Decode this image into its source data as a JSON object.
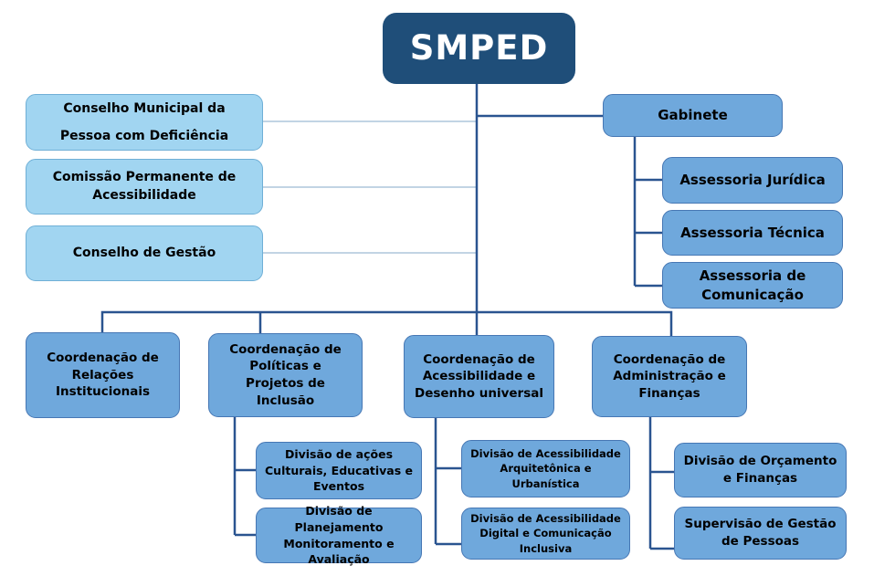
{
  "palette": {
    "dark_navy": "#1F4E79",
    "medium_blue": "#6FA8DC",
    "medium_border": "#4677B4",
    "light_blue": "#A1D5F1",
    "light_border": "#6FAFD6",
    "connector_dark": "#2A5490",
    "connector_light": "#AEC6DC",
    "text": "#000000",
    "title_text": "#FFFFFF"
  },
  "chart": {
    "root": {
      "label": "SMPED"
    },
    "advisory_left": [
      {
        "label": "Conselho Municipal da\nPessoa com Deficiência"
      },
      {
        "label": "Comissão Permanente de\nAcessibilidade"
      },
      {
        "label": "Conselho de Gestão"
      }
    ],
    "gabinete": {
      "label": "Gabinete",
      "children": [
        {
          "label": "Assessoria Jurídica"
        },
        {
          "label": "Assessoria Técnica"
        },
        {
          "label": "Assessoria de\nComunicação"
        }
      ]
    },
    "coordenacoes": [
      {
        "label": "Coordenação de\nRelações\nInstitucionais",
        "children": []
      },
      {
        "label": "Coordenação de\nPolíticas e\nProjetos de\nInclusão",
        "children": [
          {
            "label": "Divisão de ações\nCulturais, Educativas e\nEventos"
          },
          {
            "label": "Divisão de Planejamento\nMonitoramento e\nAvaliação"
          }
        ]
      },
      {
        "label": "Coordenação de\nAcessibilidade e\nDesenho universal",
        "children": [
          {
            "label": "Divisão de Acessibilidade\nArquitetônica e\nUrbanística"
          },
          {
            "label": "Divisão de Acessibilidade\nDigital e Comunicação\nInclusiva"
          }
        ]
      },
      {
        "label": "Coordenação de\nAdministração e\nFinanças",
        "children": [
          {
            "label": "Divisão de Orçamento\ne Finanças"
          },
          {
            "label": "Supervisão de Gestão\nde Pessoas"
          }
        ]
      }
    ]
  }
}
